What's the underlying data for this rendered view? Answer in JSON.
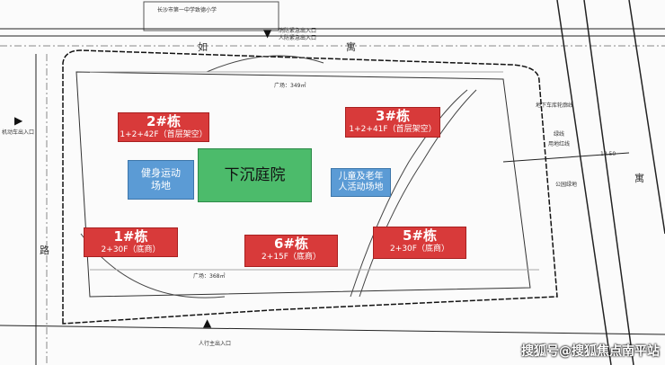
{
  "buildings": [
    {
      "name": "2#栋",
      "floors": "1+2+42F（首层架空）"
    },
    {
      "name": "3#栋",
      "floors": "1+2+41F（首层架空）"
    },
    {
      "name": "1#栋",
      "floors": "2+30F（底商）"
    },
    {
      "name": "6#栋",
      "floors": "2+15F（底商）"
    },
    {
      "name": "5#栋",
      "floors": "2+30F（底商）"
    }
  ],
  "zones": {
    "fitness": "健身运动场地",
    "sunken": "下沉庭院",
    "kids": "儿童及老年人活动场地"
  },
  "labels": {
    "school": "长沙市第一中学致德小学",
    "fire_entry": "消防紧急出入口",
    "civil_entry": "人防紧急出入口",
    "vehicle_entry": "机动车出入口",
    "pedestrian_entry": "人行主出入口",
    "garage_outline": "地下车库轮廓线",
    "green_line": "绿线",
    "red_line": "用地红线",
    "park": "公园绿地",
    "width": "18.50",
    "plaza_top": "广场：349㎡",
    "plaza_bottom": "广场：368㎡"
  },
  "roads": {
    "top_left": "如",
    "top_right": "寓",
    "right": "寓",
    "left": "路"
  },
  "watermark": "搜狐号@搜狐焦点南平站"
}
